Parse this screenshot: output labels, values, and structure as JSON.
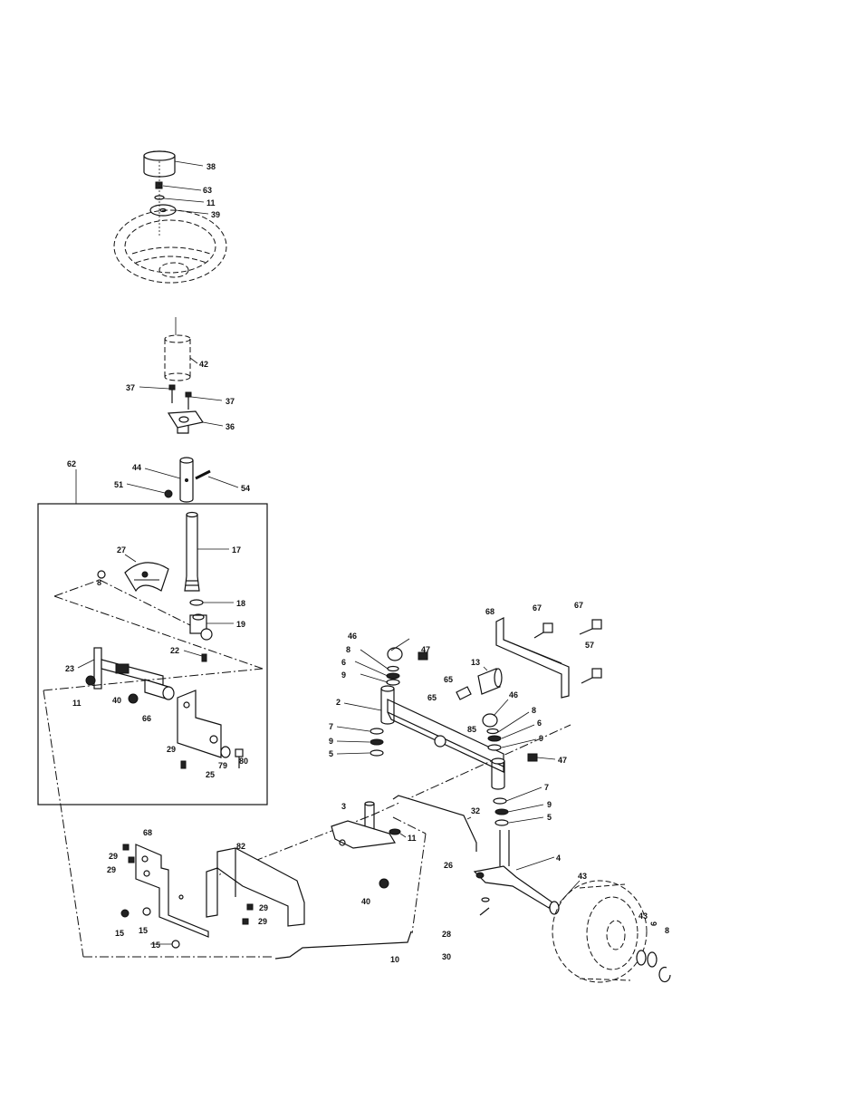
{
  "labels": [
    {
      "id": "p38",
      "text": "38"
    },
    {
      "id": "p63",
      "text": "63"
    },
    {
      "id": "p11a",
      "text": "11"
    },
    {
      "id": "p39",
      "text": "39"
    },
    {
      "id": "p42",
      "text": "42"
    },
    {
      "id": "p37a",
      "text": "37"
    },
    {
      "id": "p37b",
      "text": "37"
    },
    {
      "id": "p36",
      "text": "36"
    },
    {
      "id": "p62",
      "text": "62"
    },
    {
      "id": "p44",
      "text": "44"
    },
    {
      "id": "p51",
      "text": "51"
    },
    {
      "id": "p54",
      "text": "54"
    },
    {
      "id": "p27",
      "text": "27"
    },
    {
      "id": "p17",
      "text": "17"
    },
    {
      "id": "p8a",
      "text": "8"
    },
    {
      "id": "p18",
      "text": "18"
    },
    {
      "id": "p19",
      "text": "19"
    },
    {
      "id": "p22",
      "text": "22"
    },
    {
      "id": "p23",
      "text": "23"
    },
    {
      "id": "p11b",
      "text": "11"
    },
    {
      "id": "p40a",
      "text": "40"
    },
    {
      "id": "p66",
      "text": "66"
    },
    {
      "id": "p29a",
      "text": "29"
    },
    {
      "id": "p25",
      "text": "25"
    },
    {
      "id": "p79",
      "text": "79"
    },
    {
      "id": "p80",
      "text": "80"
    },
    {
      "id": "p68a",
      "text": "68"
    },
    {
      "id": "p67a",
      "text": "67"
    },
    {
      "id": "p67b",
      "text": "67"
    },
    {
      "id": "p57",
      "text": "57"
    },
    {
      "id": "p46a",
      "text": "46"
    },
    {
      "id": "p8b",
      "text": "8"
    },
    {
      "id": "p6a",
      "text": "6"
    },
    {
      "id": "p9a",
      "text": "9"
    },
    {
      "id": "p47a",
      "text": "47"
    },
    {
      "id": "p65a",
      "text": "65"
    },
    {
      "id": "p65b",
      "text": "65"
    },
    {
      "id": "p13",
      "text": "13"
    },
    {
      "id": "p2",
      "text": "2"
    },
    {
      "id": "p46b",
      "text": "46"
    },
    {
      "id": "p8c",
      "text": "8"
    },
    {
      "id": "p85",
      "text": "85"
    },
    {
      "id": "p6b",
      "text": "6"
    },
    {
      "id": "p9b",
      "text": "9"
    },
    {
      "id": "p47b",
      "text": "47"
    },
    {
      "id": "p7a",
      "text": "7"
    },
    {
      "id": "p9c",
      "text": "9"
    },
    {
      "id": "p5a",
      "text": "5"
    },
    {
      "id": "p7b",
      "text": "7"
    },
    {
      "id": "p9d",
      "text": "9"
    },
    {
      "id": "p5b",
      "text": "5"
    },
    {
      "id": "p3",
      "text": "3"
    },
    {
      "id": "p32",
      "text": "32"
    },
    {
      "id": "p11c",
      "text": "11"
    },
    {
      "id": "p68b",
      "text": "68"
    },
    {
      "id": "p82",
      "text": "82"
    },
    {
      "id": "p29b",
      "text": "29"
    },
    {
      "id": "p29c",
      "text": "29"
    },
    {
      "id": "p29d",
      "text": "29"
    },
    {
      "id": "p29e",
      "text": "29"
    },
    {
      "id": "p4",
      "text": "4"
    },
    {
      "id": "p26",
      "text": "26"
    },
    {
      "id": "p40b",
      "text": "40"
    },
    {
      "id": "p43a",
      "text": "43"
    },
    {
      "id": "p15a",
      "text": "15"
    },
    {
      "id": "p15b",
      "text": "15"
    },
    {
      "id": "p15c",
      "text": "15"
    },
    {
      "id": "p28",
      "text": "28"
    },
    {
      "id": "p10",
      "text": "10"
    },
    {
      "id": "p30",
      "text": "30"
    },
    {
      "id": "p43b",
      "text": "43"
    },
    {
      "id": "p6c",
      "text": "6"
    },
    {
      "id": "p8d",
      "text": "8"
    }
  ]
}
